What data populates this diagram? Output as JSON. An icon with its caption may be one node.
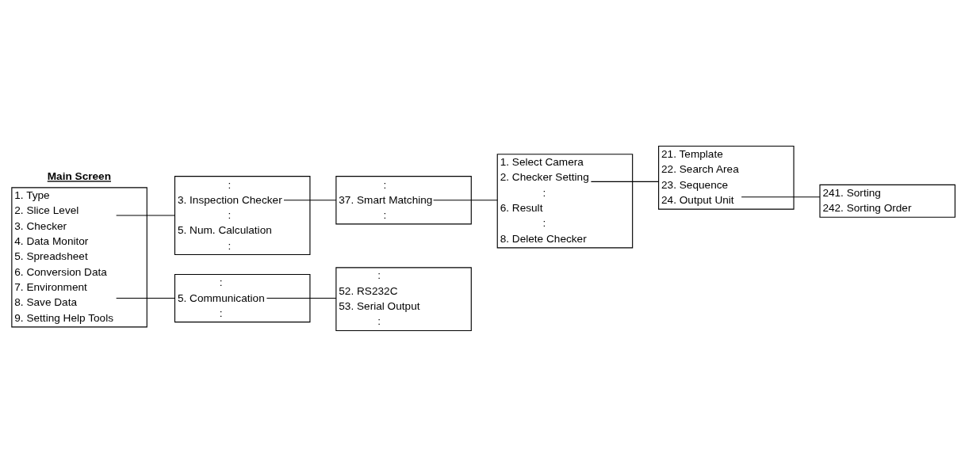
{
  "diagram": {
    "nodes": [
      {
        "text": [
          "Main Screen",
          "1. Type",
          "2. Slice Level",
          "3. Checker",
          "4. Data Monitor",
          "5. Spreadsheet",
          "6. Conversion Data",
          "7. Environment",
          "8. Save Data",
          "9. Setting Help Tools"
        ]
      },
      {
        "text": [
          ":",
          "3. Inspection Checker",
          ":",
          "5. Num. Calculation",
          ":"
        ]
      },
      {
        "text": [
          ":",
          "37. Smart Matching",
          ":"
        ]
      },
      {
        "text": [
          ":",
          "5. Communication",
          ":"
        ]
      },
      {
        "text": [
          ":",
          "52. RS232C",
          "53. Serial Output",
          ":"
        ]
      },
      {
        "text": [
          "1. Select Camera",
          "2. Checker Setting",
          ":",
          "6. Result",
          ":",
          "8. Delete Checker"
        ]
      },
      {
        "text": [
          "21. Template",
          "22. Search Area",
          "23. Sequence",
          "24. Output Unit"
        ]
      },
      {
        "text": [
          "241. Sorting",
          "242. Sorting Order"
        ]
      }
    ],
    "edges": [
      {
        "from": 0,
        "to": 1,
        "arrow": "none"
      },
      {
        "from": 1,
        "to": 2,
        "arrow": "none"
      },
      {
        "from": 0,
        "to": 3,
        "arrow": "none"
      },
      {
        "from": 3,
        "to": 4,
        "arrow": "none"
      },
      {
        "from": 2,
        "to": 5,
        "arrow": "none"
      },
      {
        "from": 5,
        "to": 6,
        "arrow": "none"
      },
      {
        "from": 6,
        "to": 7,
        "arrow": "none"
      }
    ]
  }
}
